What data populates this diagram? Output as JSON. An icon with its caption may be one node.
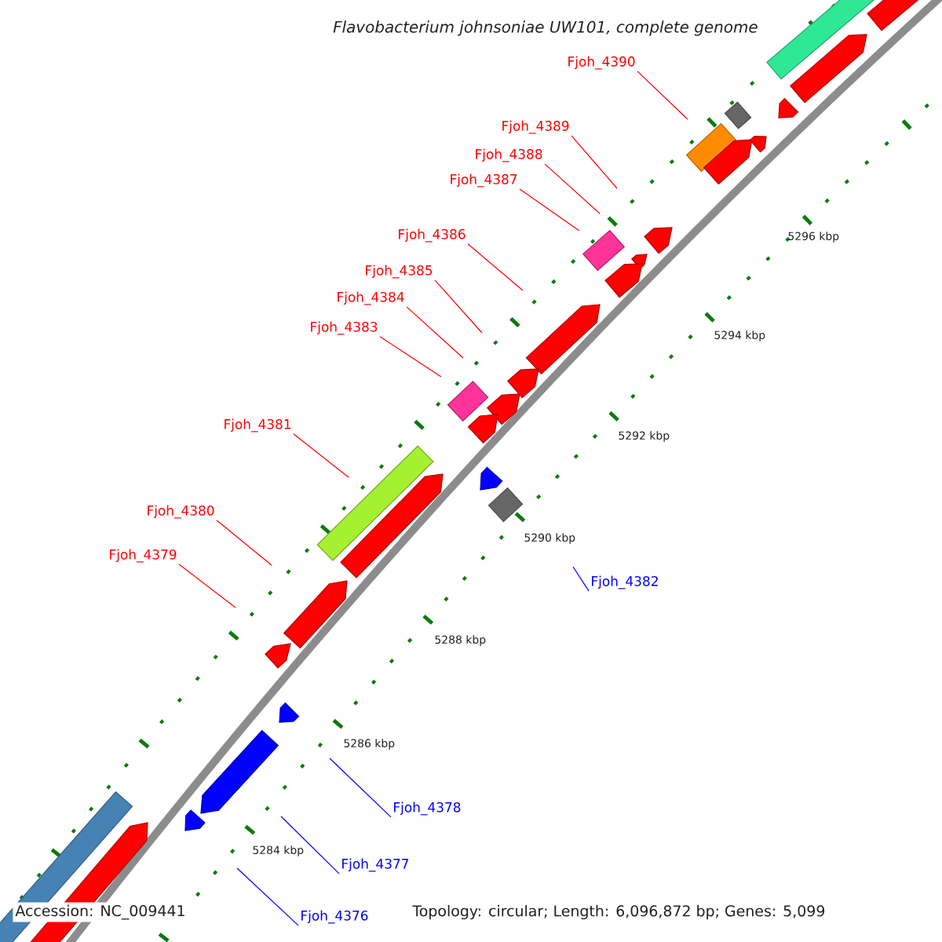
{
  "diagram": {
    "title": "Flavobacterium johnsoniae UW101, complete genome",
    "nodes": [
      {
        "text": [
          "Fjoh_4390"
        ]
      },
      {
        "text": [
          "Fjoh_4389"
        ]
      },
      {
        "text": [
          "Fjoh_4388"
        ]
      },
      {
        "text": [
          "Fjoh_4387"
        ]
      },
      {
        "text": [
          "Fjoh_4386"
        ]
      },
      {
        "text": [
          "Fjoh_4385"
        ]
      },
      {
        "text": [
          "Fjoh_4384"
        ]
      },
      {
        "text": [
          "Fjoh_4383"
        ]
      },
      {
        "text": [
          "Fjoh_4381"
        ]
      },
      {
        "text": [
          "Fjoh_4380"
        ]
      },
      {
        "text": [
          "Fjoh_4379"
        ]
      },
      {
        "text": [
          "Fjoh_4382"
        ]
      },
      {
        "text": [
          "Fjoh_4378"
        ]
      },
      {
        "text": [
          "Fjoh_4377"
        ]
      },
      {
        "text": [
          "Fjoh_4376"
        ]
      }
    ],
    "edges": [
      {
        "from": 0,
        "to": null,
        "arrow": "none"
      },
      {
        "from": 1,
        "to": null,
        "arrow": "none"
      },
      {
        "from": 2,
        "to": null,
        "arrow": "none"
      },
      {
        "from": 3,
        "to": null,
        "arrow": "none"
      },
      {
        "from": 4,
        "to": null,
        "arrow": "none"
      },
      {
        "from": 5,
        "to": null,
        "arrow": "none"
      },
      {
        "from": 6,
        "to": null,
        "arrow": "none"
      },
      {
        "from": 7,
        "to": null,
        "arrow": "none"
      },
      {
        "from": 8,
        "to": null,
        "arrow": "none"
      },
      {
        "from": 9,
        "to": null,
        "arrow": "none"
      },
      {
        "from": 10,
        "to": null,
        "arrow": "none"
      },
      {
        "from": 11,
        "to": null,
        "arrow": "none",
        "color": "#0000ff"
      },
      {
        "from": 12,
        "to": null,
        "arrow": "none",
        "color": "#0000ff"
      },
      {
        "from": 13,
        "to": null,
        "arrow": "none",
        "color": "#0000ff"
      },
      {
        "from": 14,
        "to": null,
        "arrow": "none",
        "color": "#0000ff"
      }
    ],
    "labels": [
      "5296 kbp",
      "5294 kbp",
      "5292 kbp",
      "5290 kbp",
      "5288 kbp",
      "5286 kbp",
      "5284 kbp",
      "Accession: NC_009441",
      "Topology: circular; Length: 6,096,872 bp; Genes: 5,099"
    ]
  }
}
